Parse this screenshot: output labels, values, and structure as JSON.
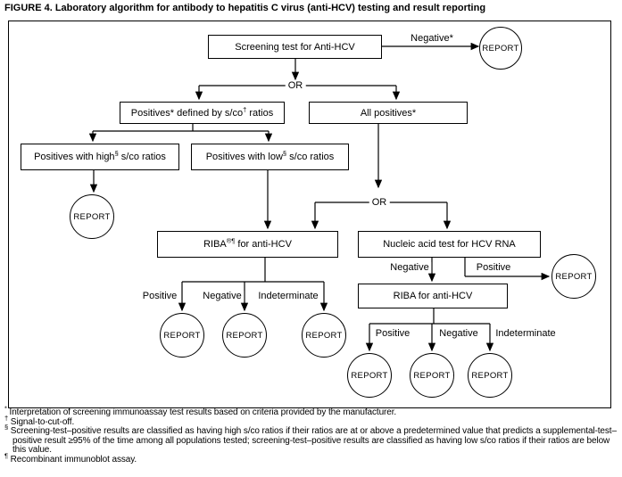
{
  "title": "FIGURE 4. Laboratory algorithm for antibody to hepatitis C virus (anti-HCV) testing and result reporting",
  "report_label": "REPORT",
  "nodes": {
    "screening": {
      "pre": "Screening test for Anti-HCV"
    },
    "positives_sco": {
      "pre": "Positives* defined by s/co",
      "sup": "†",
      "post": " ratios"
    },
    "all_positives": {
      "pre": "All positives*"
    },
    "high_sco": {
      "pre": "Positives with high",
      "sup": "§",
      "post": " s/co ratios"
    },
    "low_sco": {
      "pre": "Positives with low",
      "sup": "§",
      "post": " s/co ratios"
    },
    "riba1": {
      "pre": "RIBA",
      "sup": "®¶",
      "post": " for anti-HCV"
    },
    "nat": {
      "pre": "Nucleic acid test for HCV RNA"
    },
    "riba2": {
      "pre": "RIBA for anti-HCV"
    }
  },
  "edge_labels": {
    "negative_star": "Negative*",
    "or1": "OR",
    "or2": "OR",
    "riba1_positive": "Positive",
    "riba1_negative": "Negative",
    "riba1_indeterminate": "Indeterminate",
    "nat_negative": "Negative",
    "nat_positive": "Positive",
    "riba2_positive": "Positive",
    "riba2_negative": "Negative",
    "riba2_indeterminate": "Indeterminate"
  },
  "footnotes": [
    {
      "marker": "*",
      "text": "Interpretation of screening immunoassay test results based on criteria provided by the manufacturer."
    },
    {
      "marker": "†",
      "text": "Signal-to-cut-off."
    },
    {
      "marker": "§",
      "text": "Screening-test–positive results are classified as having high s/co ratios if their ratios are at or above a predetermined value that predicts a supplemental-test–positive result ≥95% of the time among all populations tested; screening-test–positive results are classified as having low s/co ratios if their ratios are below this value."
    },
    {
      "marker": "¶",
      "text": "Recombinant immunoblot assay."
    }
  ],
  "colors": {
    "background": "#ffffff",
    "line": "#000000",
    "text": "#000000"
  }
}
